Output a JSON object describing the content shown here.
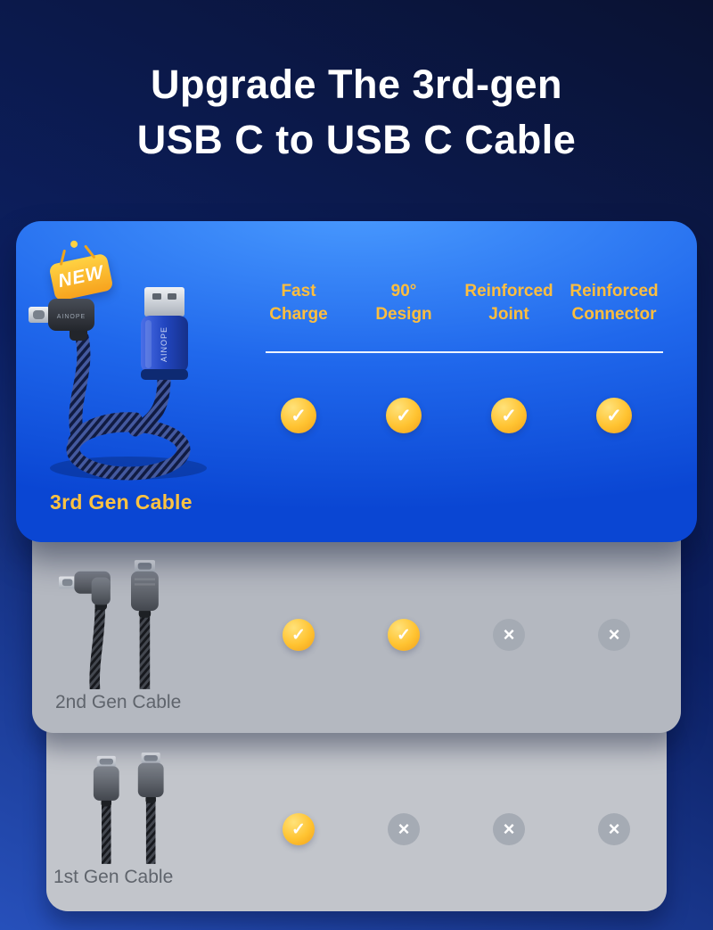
{
  "title": {
    "line1": "Upgrade The 3rd-gen",
    "line2": "USB C to USB C Cable"
  },
  "badge": "NEW",
  "brand": "AINOPE",
  "columns": [
    {
      "line1": "Fast",
      "line2": "Charge"
    },
    {
      "line1": "90°",
      "line2": "Design"
    },
    {
      "line1": "Reinforced",
      "line2": "Joint"
    },
    {
      "line1": "Reinforced",
      "line2": "Connector"
    }
  ],
  "rows": [
    {
      "name": "3rd Gen Cable",
      "features": [
        true,
        true,
        true,
        true
      ]
    },
    {
      "name": "2nd Gen Cable",
      "features": [
        true,
        true,
        false,
        false
      ]
    },
    {
      "name": "1st Gen Cable",
      "features": [
        true,
        false,
        false,
        false
      ]
    }
  ],
  "colors": {
    "accent_yellow": "#ffc23c",
    "card_blue_top": "#4a9bff",
    "card_blue_bottom": "#0a46d3",
    "card2_gray": "#b4b8c0",
    "card3_gray": "#c2c5cb",
    "check_yellow": "#ffc331",
    "cross_gray": "#a5abb4",
    "background_navy": "#0c2063"
  }
}
